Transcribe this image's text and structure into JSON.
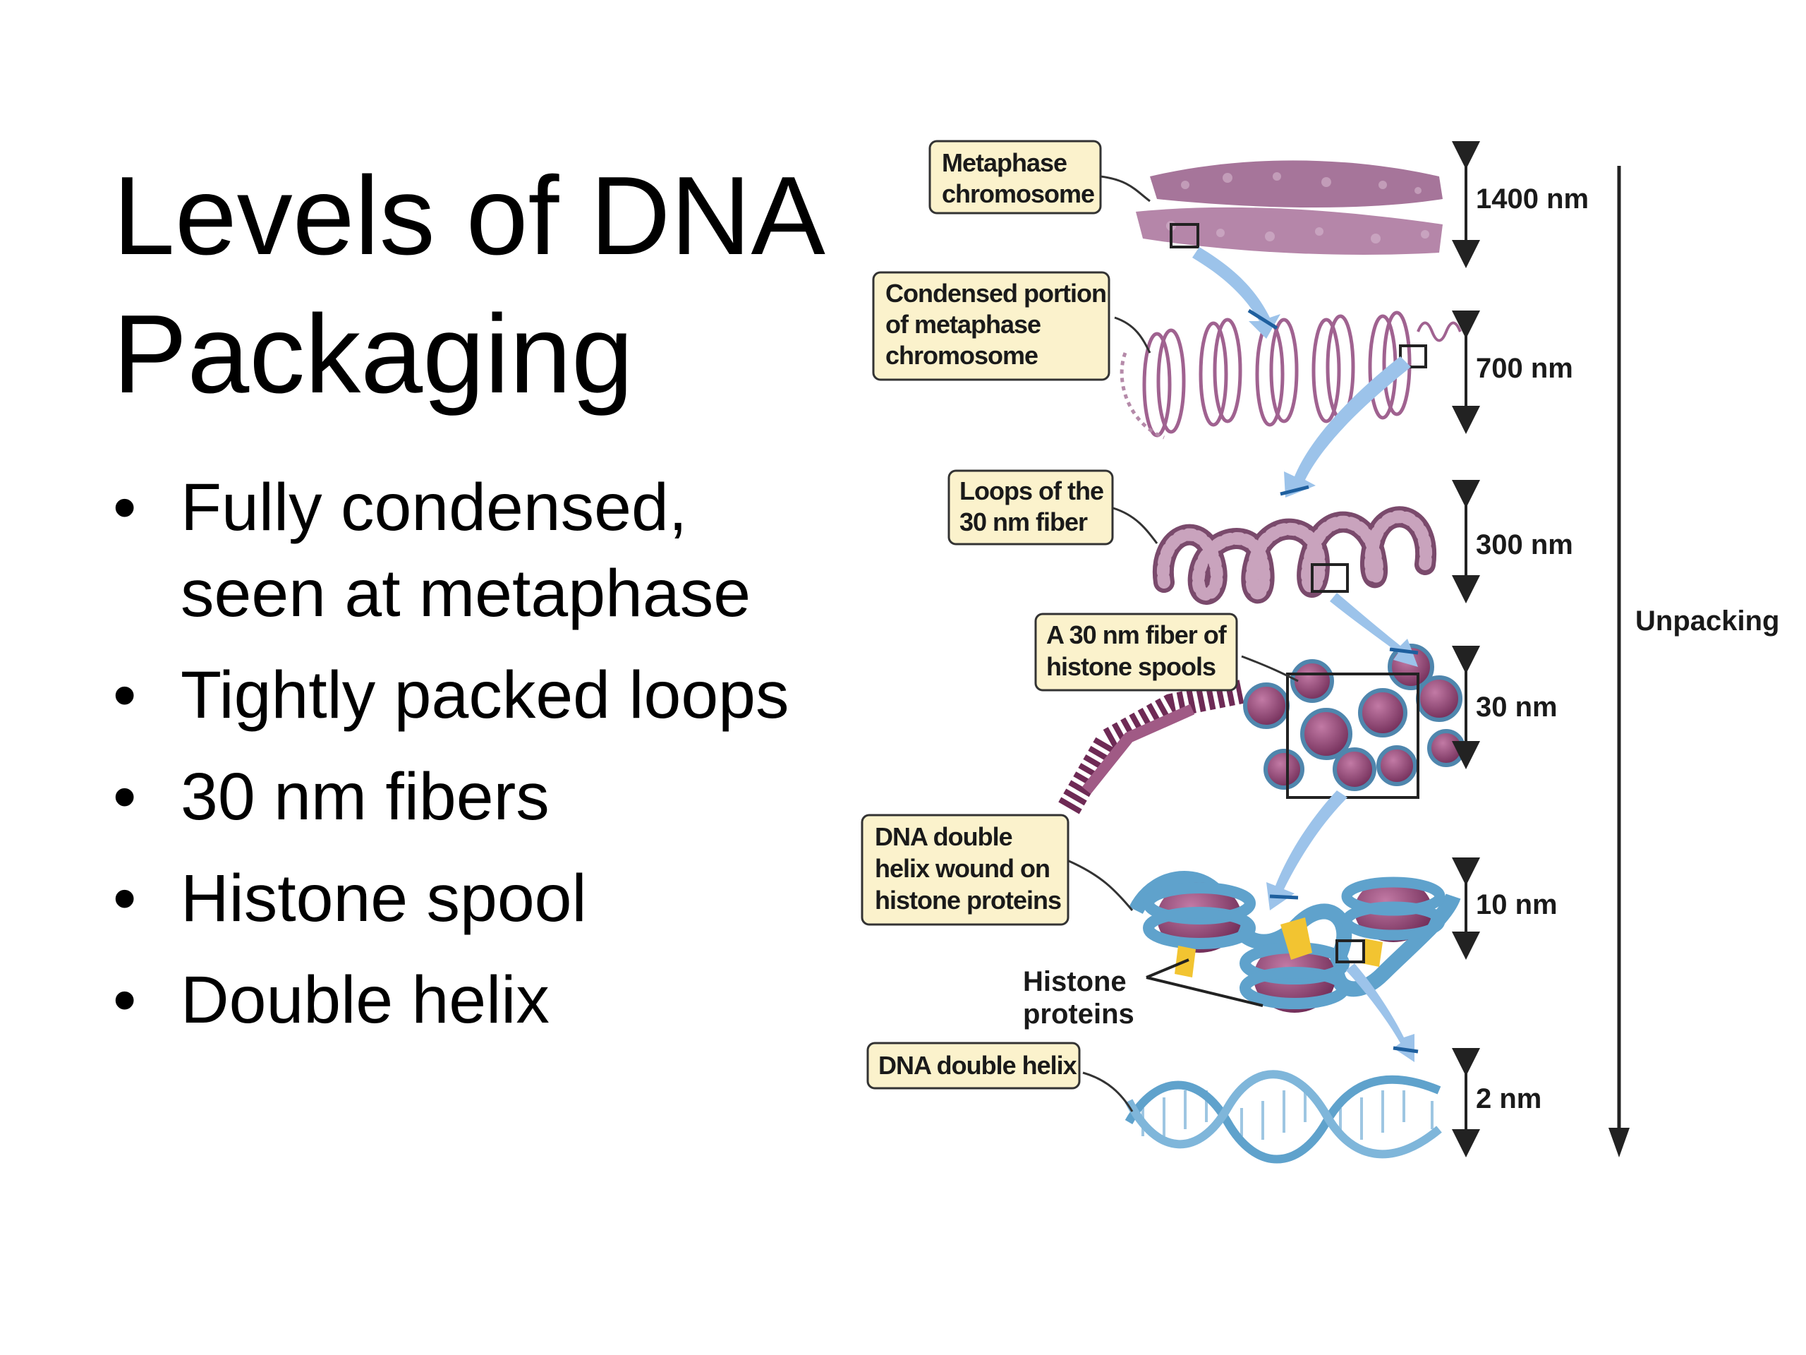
{
  "slide": {
    "title_lines": [
      "Levels of DNA",
      "Packaging"
    ],
    "bullets": [
      {
        "lines": [
          "Fully condensed,",
          "seen at metaphase"
        ]
      },
      {
        "lines": [
          "Tightly packed loops"
        ]
      },
      {
        "lines": [
          "30 nm fibers"
        ]
      },
      {
        "lines": [
          "Histone spool"
        ]
      },
      {
        "lines": [
          "Double helix"
        ]
      }
    ]
  },
  "diagram": {
    "levels": [
      {
        "label_lines": [
          "Metaphase",
          "chromosome"
        ],
        "scale": "1400 nm"
      },
      {
        "label_lines": [
          "Condensed portion",
          "of metaphase",
          "chromosome"
        ],
        "scale": "700 nm"
      },
      {
        "label_lines": [
          "Loops of the",
          "30 nm fiber"
        ],
        "scale": "300 nm"
      },
      {
        "label_lines": [
          "A 30 nm fiber of",
          "histone spools"
        ],
        "scale": "30 nm"
      },
      {
        "label_lines": [
          "DNA double",
          "helix wound on",
          "histone proteins"
        ],
        "scale": "10 nm"
      },
      {
        "label_lines": [
          "DNA double helix"
        ],
        "scale": "2 nm"
      }
    ],
    "histone_label_lines": [
      "Histone",
      "proteins"
    ],
    "unpacking_label": "Unpacking",
    "colors": {
      "chromatin": "#a6759a",
      "nucleosome": "#8a3d6e",
      "dna": "#5fa2cc",
      "histone": "#f2c431",
      "arrow": "#9cc3ea",
      "callout_fill": "#fbf2cc"
    }
  }
}
